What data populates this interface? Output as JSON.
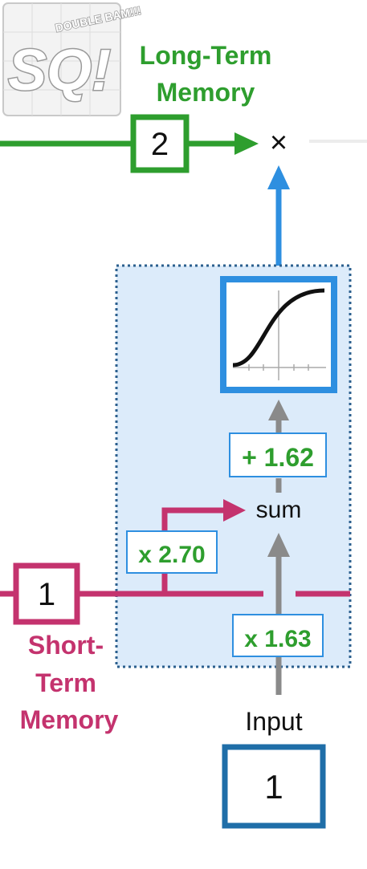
{
  "logo": {
    "letters": "SQ!",
    "tagline": "DOUBLE BAM!!!"
  },
  "long_term": {
    "label_line1": "Long-Term",
    "label_line2": "Memory",
    "value": "2",
    "color": "#2e9e2e"
  },
  "short_term": {
    "label_line1": "Short-",
    "label_line2": "Term",
    "label_line3": "Memory",
    "value": "1",
    "color": "#c4336e"
  },
  "input": {
    "label": "Input",
    "value": "1",
    "color": "#1f6ea8"
  },
  "operations": {
    "multiply": "×",
    "sum": "sum"
  },
  "weights": {
    "short_term_weight": "x 2.70",
    "input_weight": "x 1.63",
    "bias": "+ 1.62",
    "color": "#2e9e2e"
  },
  "colors": {
    "sigmoid_blue": "#2e8fe0",
    "arrow_gray": "#8a8a8a",
    "box_fill": "#dcebfa",
    "box_border": "#2b5f8e"
  }
}
